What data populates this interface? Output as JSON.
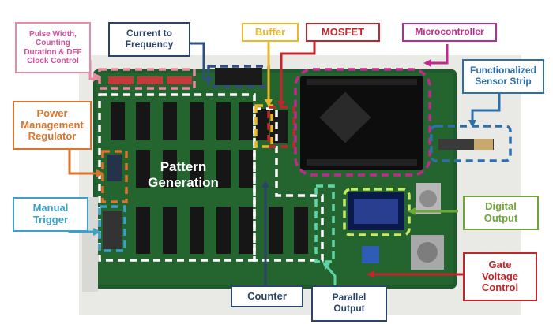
{
  "labels": {
    "pulse_width": "Pulse Width,\nCounting\nDuration & DFF\nClock Control",
    "current_to_frequency": "Current to\nFrequency",
    "buffer": "Buffer",
    "mosfet": "MOSFET",
    "microcontroller": "Microcontroller",
    "functionalized_sensor_strip": "Functionalized\nSensor Strip",
    "power_management_regulator": "Power\nManagement\nRegulator",
    "pattern_generation": "Pattern\nGeneration",
    "manual_trigger": "Manual\nTrigger",
    "digital_output": "Digital\nOutput",
    "gate_voltage_control": "Gate\nVoltage\nControl",
    "counter": "Counter",
    "parallel_output": "Parallel\nOutput"
  },
  "colors": {
    "pulse_width": "#d0509a",
    "pulse_width_border": "#e98aa5",
    "current_to_frequency": "#2b4468",
    "buffer": "#e8b829",
    "mosfet": "#c0262a",
    "microcontroller": "#c02a8e",
    "functionalized_sensor_strip": "#2f6fa8",
    "power_management_regulator": "#d8752f",
    "manual_trigger": "#3ca0c8",
    "digital_output": "#6ea63a",
    "gate_voltage_control": "#c0262a",
    "counter": "#2b4468",
    "parallel_output": "#2b4468",
    "board": "#1f5a2c"
  }
}
